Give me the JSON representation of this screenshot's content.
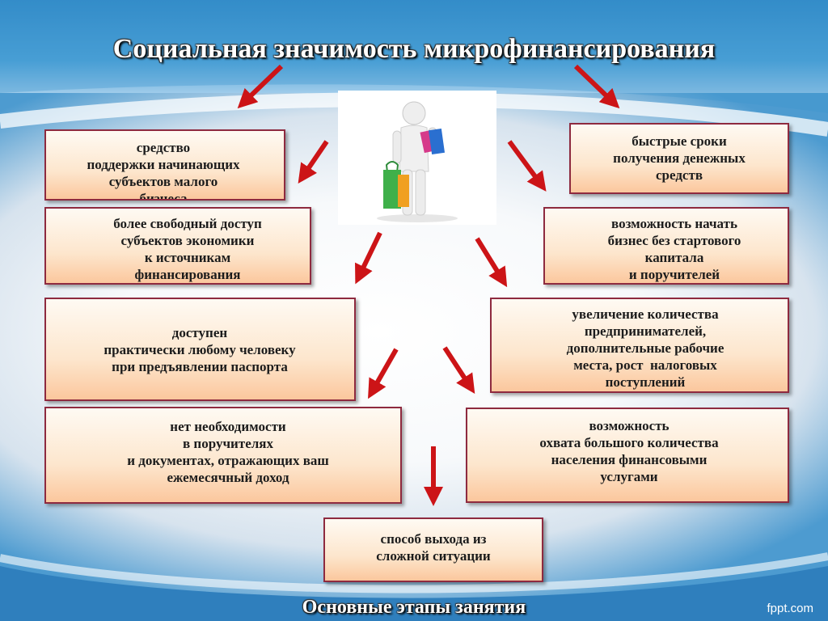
{
  "title": "Социальная значимость микрофинансирования",
  "boxes": [
    {
      "id": "support-small-business",
      "text": "средство\nподдержки начинающих\nсубъектов малого\nбизнеса"
    },
    {
      "id": "fast-terms",
      "text": "быстрые сроки\nполучения денежных\nсредств"
    },
    {
      "id": "free-access",
      "text": "более свободный доступ\nсубъектов экономики\nк источникам\nфинансирования"
    },
    {
      "id": "start-without-capital",
      "text": "возможность начать\nбизнес без стартового\nкапитала\nи поручителей"
    },
    {
      "id": "available-passport",
      "text": "доступен\nпрактически любому человеку\nпри предъявлении паспорта"
    },
    {
      "id": "more-entrepreneurs",
      "text": "увеличение количества\nпредпринимателей,\nдополнительные рабочие\nместа, рост  налоговых\nпоступлений"
    },
    {
      "id": "no-guarantors",
      "text": "нет необходимости\nв поручителях\nи документах, отражающих ваш\nежемесячный доход"
    },
    {
      "id": "wide-coverage",
      "text": "возможность\nохвата большого количества\nнаселения финансовыми\nуслугами"
    },
    {
      "id": "way-out",
      "text": "способ выхода из\nсложной ситуации"
    }
  ],
  "footer": "Основные этапы занятия",
  "brand": "fppt.com",
  "colors": {
    "arrow": "#cc1417",
    "box_border": "#8e2a3f",
    "accent_blue": "#3a93cf"
  }
}
